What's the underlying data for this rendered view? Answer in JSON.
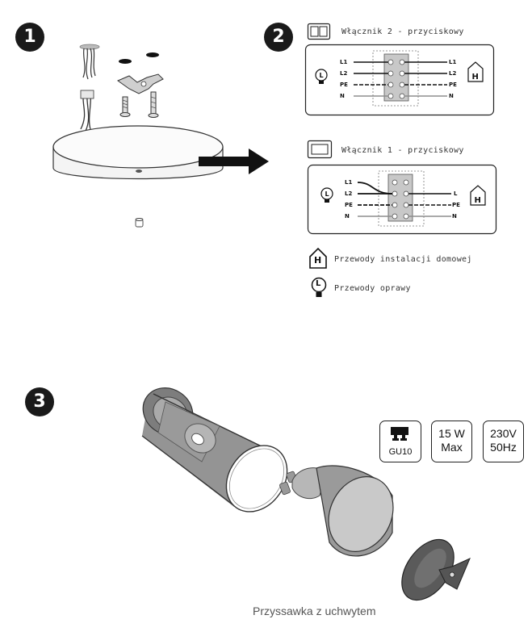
{
  "steps": [
    "1",
    "2",
    "3"
  ],
  "switch2": {
    "label": "Włącznik 2 - przyciskowy",
    "left_wires": [
      "L1",
      "L2",
      "PE",
      "N"
    ],
    "right_wires": [
      "L1",
      "L2",
      "PE",
      "N"
    ]
  },
  "switch1": {
    "label": "Włącznik 1 - przyciskowy",
    "left_wires": [
      "L1",
      "L2",
      "PE",
      "N"
    ],
    "right_wires": [
      "L",
      "PE",
      "N"
    ]
  },
  "legend": {
    "house_letter": "H",
    "house_label": "Przewody instalacji domowej",
    "lamp_letter": "L",
    "lamp_label": "Przewody oprawy"
  },
  "specs": {
    "socket": "GU10",
    "power_value": "15 W",
    "power_note": "Max",
    "voltage": "230V",
    "frequency": "50Hz"
  },
  "caption": "Przyssawka z uchwytem",
  "colors": {
    "dark": "#1a1a1a",
    "line": "#333333",
    "terminal": "#c8c8c8"
  }
}
